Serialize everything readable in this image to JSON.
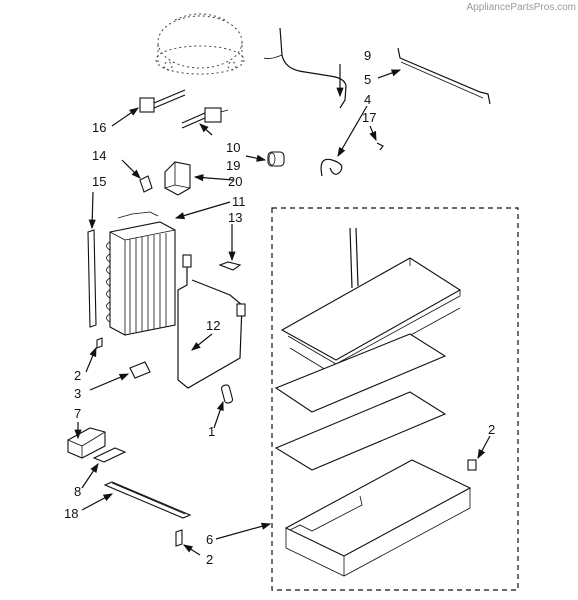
{
  "watermark": "AppliancePartsPros.com",
  "callouts": {
    "c1": "1",
    "c2a": "2",
    "c2b": "2",
    "c2c": "2",
    "c3": "3",
    "c4": "4",
    "c5": "5",
    "c6": "6",
    "c7": "7",
    "c8": "8",
    "c9": "9",
    "c10": "10",
    "c11": "11",
    "c12": "12",
    "c13": "13",
    "c14": "14",
    "c15": "15",
    "c16": "16",
    "c17": "17",
    "c18": "18",
    "c19": "19",
    "c20": "20"
  }
}
